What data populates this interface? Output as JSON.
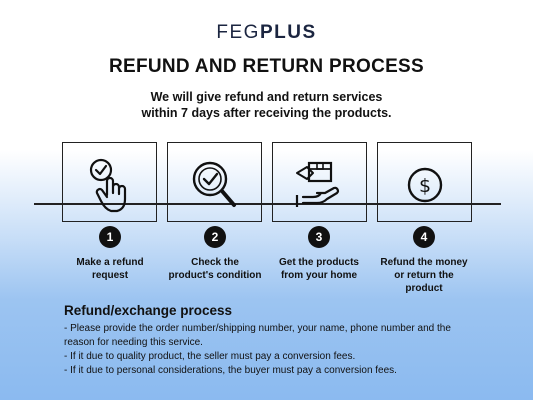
{
  "brand": {
    "part1": "FEG",
    "part2": "PLUS"
  },
  "title": "REFUND AND RETURN PROCESS",
  "subtitle": {
    "line1": "We will give refund and return services",
    "line2": "within 7 days after receiving the products."
  },
  "steps": [
    {
      "number": "1",
      "label_line1": "Make a refund",
      "label_line2": "request",
      "label_line3": "",
      "icon": "hand-pointer-check-icon"
    },
    {
      "number": "2",
      "label_line1": "Check the",
      "label_line2": "product's condition",
      "label_line3": "",
      "icon": "magnifier-check-icon"
    },
    {
      "number": "3",
      "label_line1": "Get the products",
      "label_line2": "from your home",
      "label_line3": "",
      "icon": "hand-box-pickup-icon"
    },
    {
      "number": "4",
      "label_line1": "Refund the money",
      "label_line2": "or return the",
      "label_line3": "product",
      "icon": "dollar-coin-icon"
    }
  ],
  "process": {
    "title": "Refund/exchange process",
    "lines": [
      "- Please provide the order number/shipping number, your name, phone number and the reason for needing this service.",
      "- If it due to quality product, the seller must pay a conversion fees.",
      "- If it due to personal considerations, the buyer must pay a conversion fees."
    ]
  },
  "colors": {
    "brand": "#1b2540",
    "ink": "#111111",
    "gradient_bottom": "#8bbaf0"
  }
}
